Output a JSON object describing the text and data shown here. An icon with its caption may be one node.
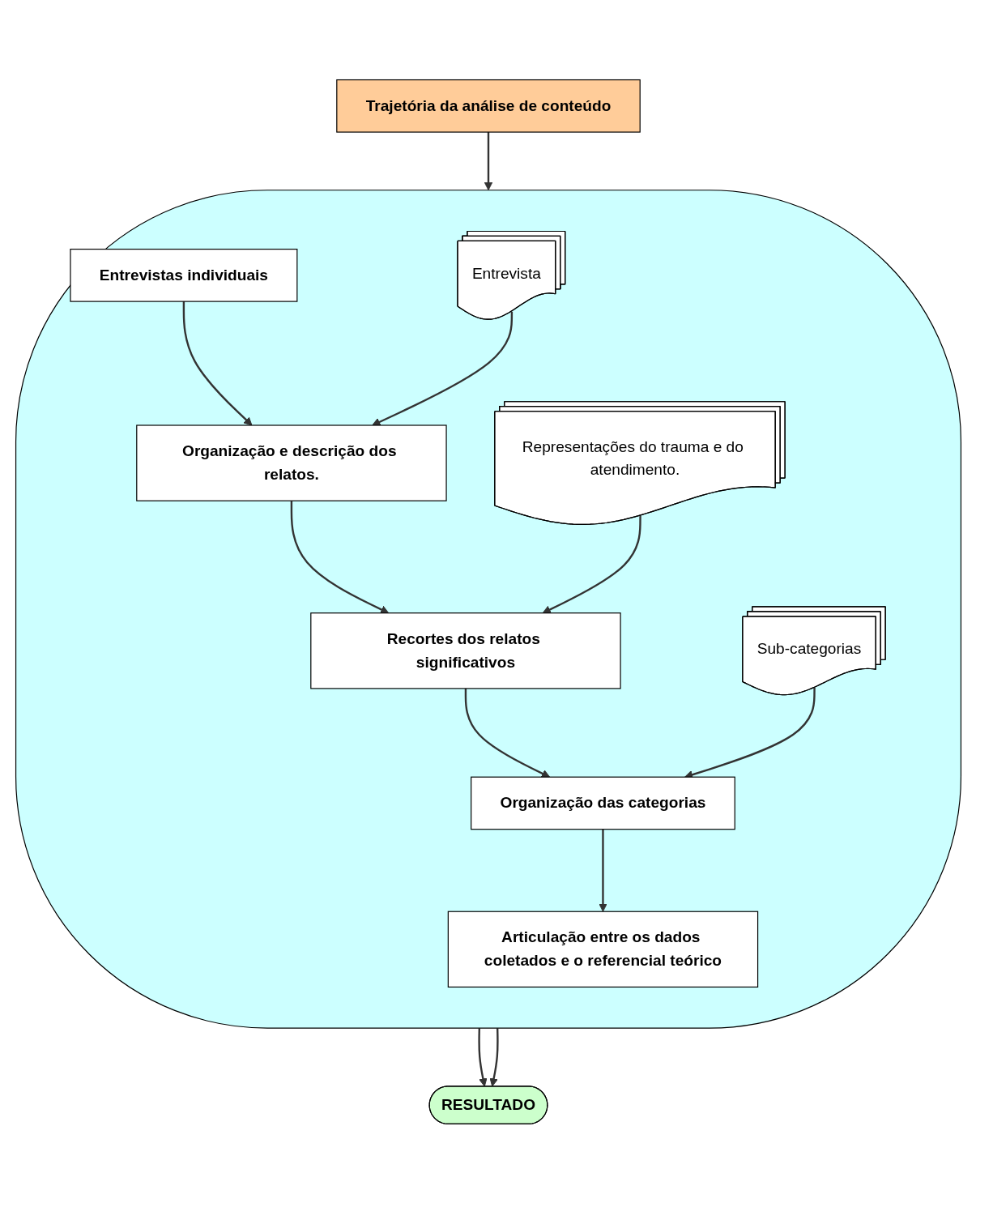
{
  "diagram": {
    "nodes": [
      {
        "text": [
          "Trajetória da análise de conteúdo"
        ]
      },
      {
        "text": [],
        "shape": "ellipse"
      },
      {
        "text": [
          "Entrevistas individuais"
        ],
        "in": 1
      },
      {
        "text": [
          "Organização e descrição dos relatos."
        ],
        "in": 1
      },
      {
        "text": [
          "Recortes dos relatos significativos"
        ],
        "in": 1
      },
      {
        "text": [
          "Organização das categorias"
        ],
        "in": 1
      },
      {
        "text": [
          "Articulação entre os dados coletados e o referencial teórico"
        ],
        "in": 1
      },
      {
        "text": [
          "Entrevista"
        ],
        "in": 1
      },
      {
        "text": [
          "Representações do trauma e do atendimento."
        ],
        "in": 1
      },
      {
        "text": [
          "Sub-categorias"
        ],
        "in": 1
      },
      {
        "text": [
          "RESULTADO"
        ]
      }
    ],
    "edges": [
      {
        "from": 0,
        "to": 1,
        "arrow": "to"
      },
      {
        "from": 2,
        "to": 3,
        "arrow": "to"
      },
      {
        "from": 3,
        "to": 4,
        "arrow": "to"
      },
      {
        "from": 4,
        "to": 5,
        "arrow": "to"
      },
      {
        "from": 5,
        "to": 6,
        "arrow": "to"
      },
      {
        "from": 7,
        "to": 3,
        "arrow": "to"
      },
      {
        "from": 8,
        "to": 4,
        "arrow": "to"
      },
      {
        "from": 9,
        "to": 5,
        "arrow": "to"
      },
      {
        "from": 1,
        "to": 10,
        "arrow": "to"
      },
      {
        "from": 1,
        "to": 10,
        "arrow": "to"
      }
    ]
  }
}
